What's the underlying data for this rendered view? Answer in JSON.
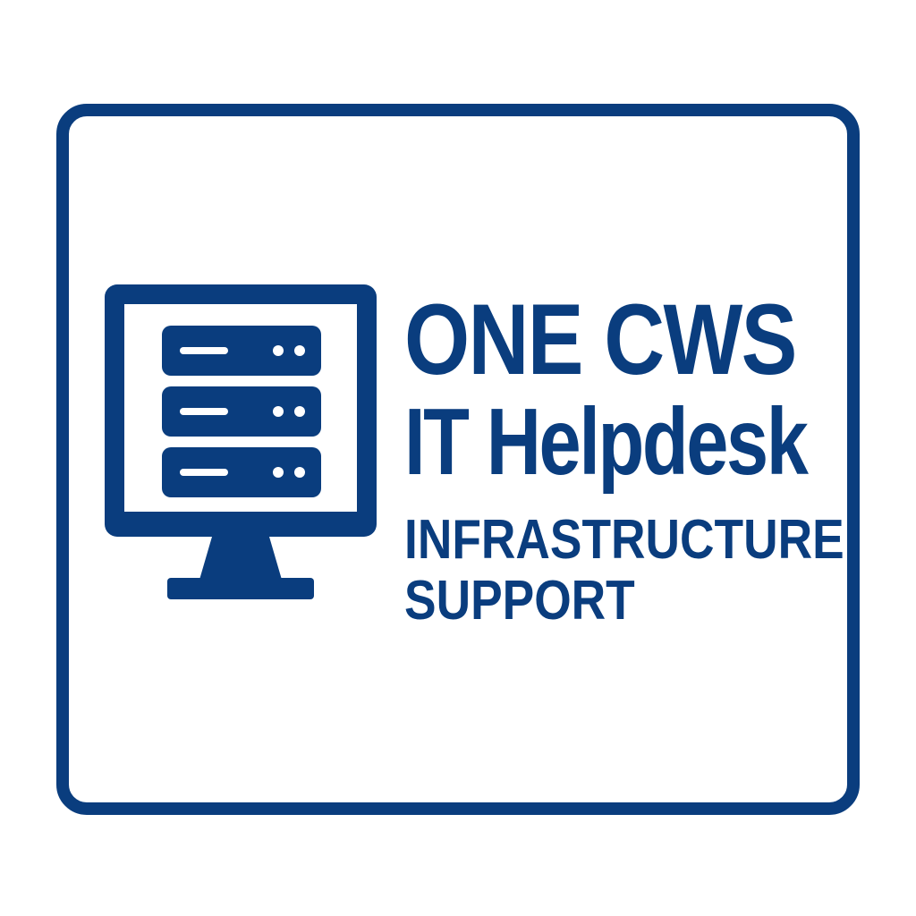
{
  "brand": {
    "color": "#0a3d7e",
    "background": "#ffffff",
    "icon": "monitor-server-icon"
  },
  "title": {
    "line1": "ONE CWS",
    "line2": "IT Helpdesk"
  },
  "subtitle": {
    "line1": "INFRASTRUCTURE",
    "line2": "SUPPORT"
  }
}
